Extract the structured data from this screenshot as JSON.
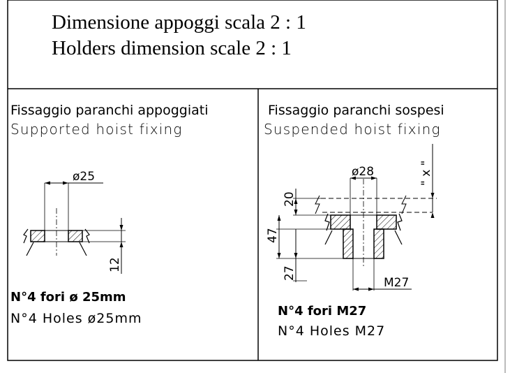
{
  "title": {
    "line_it": "Dimensione appoggi scala 2 : 1",
    "line_en": "Holders dimension scale 2 : 1"
  },
  "left_panel": {
    "heading_it": "Fissaggio paranchi appoggiati",
    "heading_en": "Supported hoist fixing",
    "dim_diameter": "ø25",
    "dim_thickness": "12",
    "note_it": "N°4 fori ø 25mm",
    "note_en": "N°4 Holes ø25mm"
  },
  "right_panel": {
    "heading_it": "Fissaggio paranchi sospesi",
    "heading_en": "Suspended hoist fixing",
    "dim_diameter": "ø28",
    "dim_x": "\" x \"",
    "dim_20": "20",
    "dim_47": "47",
    "dim_27": "27",
    "dim_thread": "M27",
    "note_it": "N°4 fori M27",
    "note_en": "N°4 Holes M27"
  }
}
